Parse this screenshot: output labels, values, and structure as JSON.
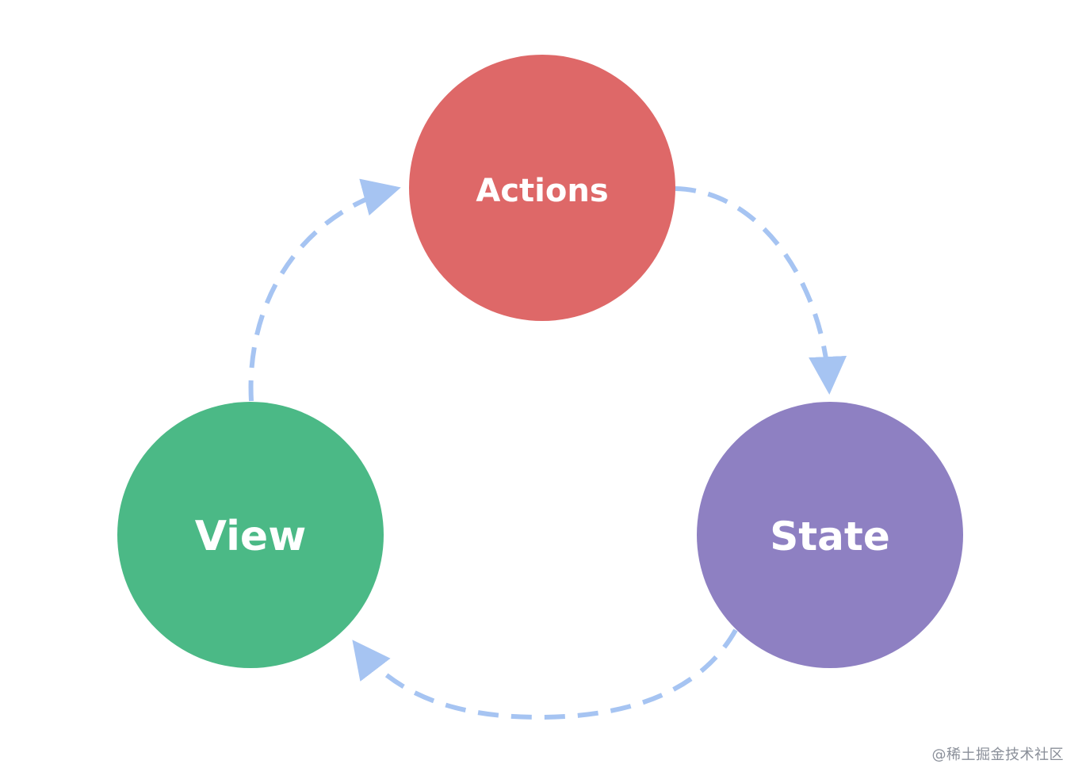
{
  "diagram": {
    "type": "cycle",
    "nodes": [
      {
        "id": "actions",
        "label": "Actions",
        "color": "#de6868"
      },
      {
        "id": "state",
        "label": "State",
        "color": "#8e80c2"
      },
      {
        "id": "view",
        "label": "View",
        "color": "#4bb986"
      }
    ],
    "edges": [
      {
        "from": "actions",
        "to": "state"
      },
      {
        "from": "state",
        "to": "view"
      },
      {
        "from": "view",
        "to": "actions"
      }
    ],
    "arrow_color": "#a6c4f2",
    "arrow_style": "dashed"
  },
  "watermark": {
    "text": "@稀土掘金技术社区"
  }
}
